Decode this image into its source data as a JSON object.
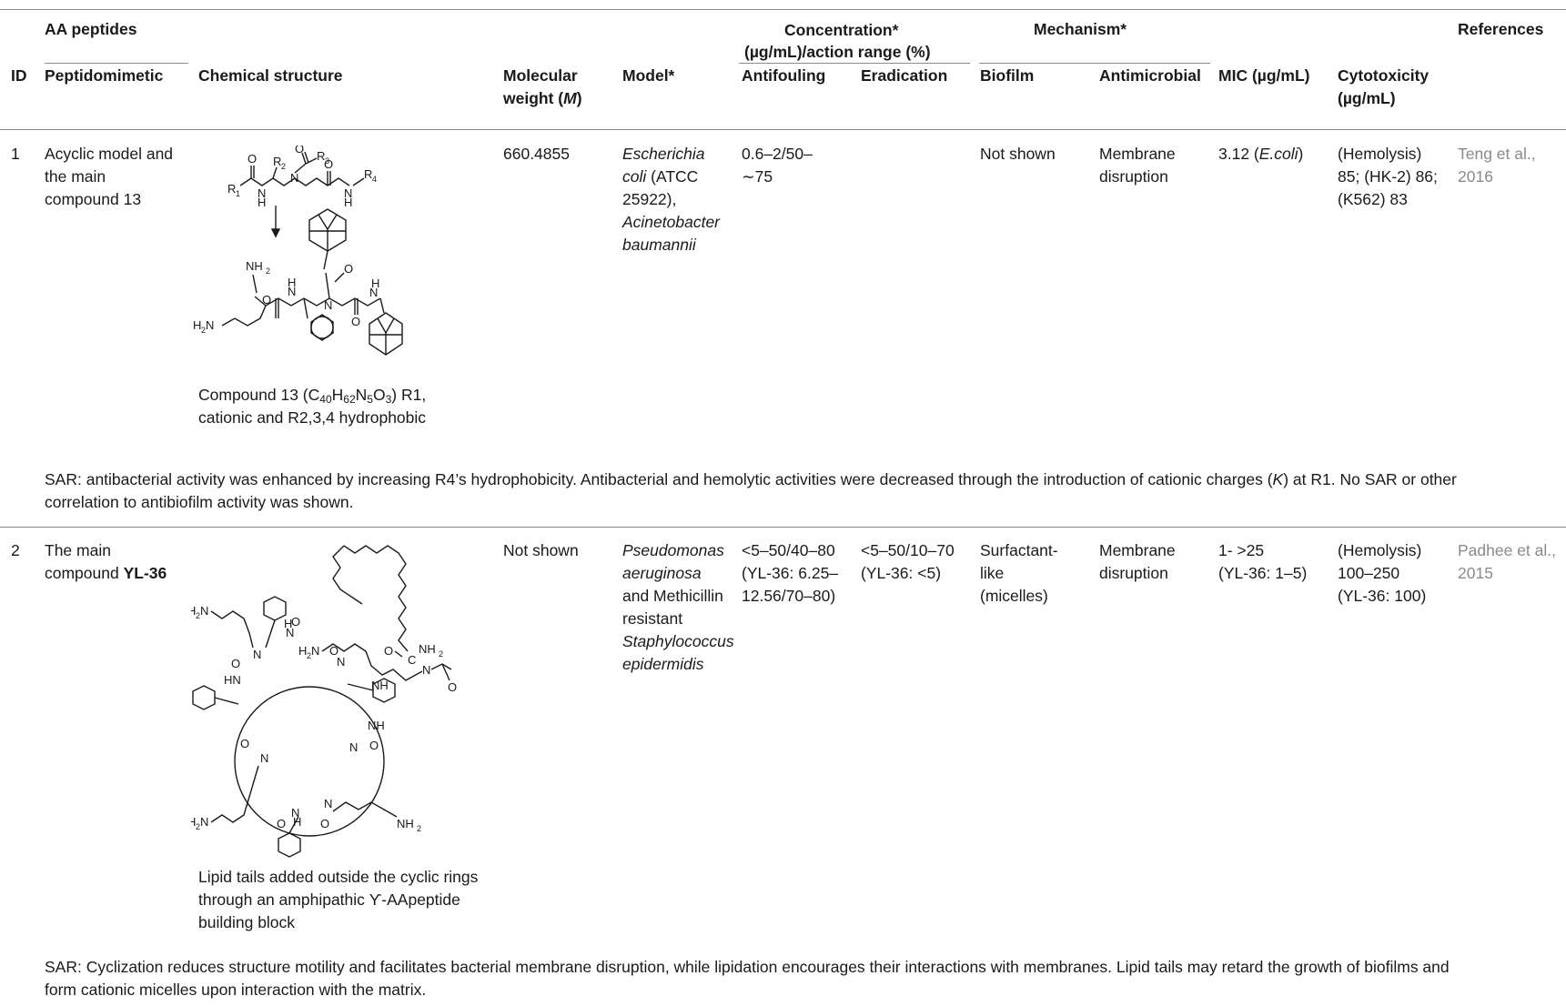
{
  "header": {
    "aa_peptides": "AA peptides",
    "concentration": "Concentration*",
    "concentration_sub": "(µg/mL)/action range (%)",
    "mechanism": "Mechanism*",
    "references": "References",
    "id": "ID",
    "peptidomimetic": "Peptidomimetic",
    "chemical_structure": "Chemical structure",
    "mw_line1": "Molecular",
    "mw_line2": "weight (",
    "mw_m": "M",
    "mw_close": ")",
    "model": "Model*",
    "antifouling": "Antifouling",
    "eradication": "Eradication",
    "biofilm": "Biofilm",
    "antimicrobial": "Antimicrobial",
    "mic": "MIC (µg/mL)",
    "cyto_line1": "Cytotoxicity",
    "cyto_line2": "(µg/mL)"
  },
  "rows": [
    {
      "id": "1",
      "peptidomimetic": [
        "Acyclic model and",
        "the main",
        "compound 13"
      ],
      "caption_a": "Compound 13 (C",
      "caption_sub1": "40",
      "caption_b": "H",
      "caption_sub2": "62",
      "caption_c": "N",
      "caption_sub3": "5",
      "caption_d": "O",
      "caption_sub4": "3",
      "caption_e": ") R1,",
      "caption_line2": "cationic and R2,3,4 hydrophobic",
      "mw": "660.4855",
      "model": [
        "Escherichia",
        "coli",
        " (ATCC",
        "25922),",
        "Acinetobacter",
        "baumannii"
      ],
      "antifouling": [
        "0.6–2/50–",
        "∼75"
      ],
      "eradication": "",
      "biofilm": "Not shown",
      "antimicrobial": [
        "Membrane",
        "disruption"
      ],
      "mic": "3.12 (",
      "mic_org": "E.coli",
      "mic_close": ")",
      "cytotoxicity": [
        "(Hemolysis)",
        "85; (HK-2) 86;",
        "(K562) 83"
      ],
      "reference": [
        "Teng et al.,",
        "2016"
      ],
      "sar_a": "SAR: antibacterial activity was enhanced by increasing R4’s hydrophobicity. Antibacterial and hemolytic activities were decreased through the introduction of cationic charges (",
      "sar_k": "K",
      "sar_b": ") at R1. No SAR or other",
      "sar_line2": "correlation to antibiofilm activity was shown."
    },
    {
      "id": "2",
      "peptidomimetic_a": "The main",
      "peptidomimetic_b": "compound ",
      "peptidomimetic_bold": "YL-36",
      "caption": [
        "Lipid tails added outside the cyclic rings",
        "through an amphipathic ϒ-AApeptide",
        "building block"
      ],
      "mw": "Not shown",
      "model": [
        "Pseudomonas",
        "aeruginosa",
        "and Methicillin",
        "resistant",
        "Staphylococcus",
        "epidermidis"
      ],
      "antifouling": [
        "<5–50/40–80",
        "(YL-36: 6.25–",
        "12.56/70–80)"
      ],
      "eradication": [
        "<5–50/10–70",
        "(YL-36: <5)"
      ],
      "biofilm": [
        "Surfactant-",
        "like",
        "(micelles)"
      ],
      "antimicrobial": [
        "Membrane",
        "disruption"
      ],
      "mic": [
        "1- >25",
        "(YL-36: 1–5)"
      ],
      "cytotoxicity": [
        "(Hemolysis)",
        "100–250",
        "(YL-36: 100)"
      ],
      "reference": [
        "Padhee et al.,",
        "2015"
      ],
      "sar_line1": "SAR: Cyclization reduces structure motility and facilitates bacterial membrane disruption, while lipidation encourages their interactions with membranes. Lipid tails may retard the growth of biofilms and",
      "sar_line2": "form cationic micelles upon interaction with the matrix."
    }
  ],
  "molecule_labels": {
    "o": "O",
    "n": "N",
    "h": "H",
    "r1": "R",
    "r2": "R",
    "r3": "R",
    "r4": "R",
    "s1": "1",
    "s2": "2",
    "s3": "3",
    "s4": "4",
    "nh2": "NH",
    "nh2_sub": "2",
    "h2n": "H",
    "h2n_sub": "2",
    "h2n_n": "N",
    "nh": "NH",
    "hn": "HN",
    "c": "C"
  }
}
